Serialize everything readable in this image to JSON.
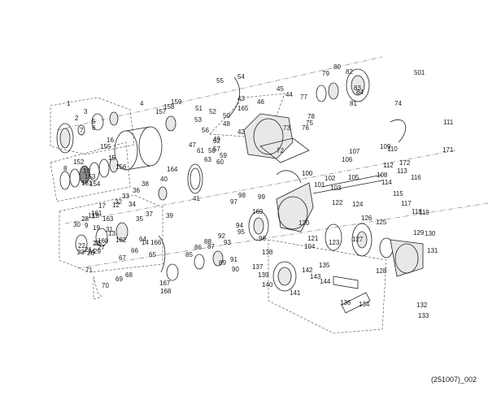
{
  "diagram": {
    "caption": "(251007)_002",
    "part_labels": [
      "1",
      "2",
      "3",
      "4",
      "5",
      "6",
      "7",
      "8",
      "9",
      "10",
      "11",
      "12",
      "13",
      "14",
      "15",
      "16",
      "17",
      "18",
      "19",
      "20",
      "21",
      "22",
      "23",
      "24",
      "25",
      "26",
      "27",
      "28",
      "29",
      "30",
      "31",
      "32",
      "33",
      "34",
      "35",
      "36",
      "37",
      "38",
      "39",
      "40",
      "41",
      "42",
      "43",
      "44",
      "45",
      "46",
      "47",
      "48",
      "49",
      "50",
      "51",
      "52",
      "53",
      "54",
      "55",
      "56",
      "57",
      "58",
      "59",
      "60",
      "61",
      "62",
      "63",
      "64",
      "65",
      "66",
      "67",
      "68",
      "69",
      "70",
      "71",
      "72",
      "73",
      "74",
      "75",
      "76",
      "77",
      "78",
      "79",
      "80",
      "81",
      "82",
      "83",
      "84",
      "85",
      "86",
      "87",
      "88",
      "89",
      "90",
      "91",
      "92",
      "93",
      "94",
      "95",
      "96",
      "97",
      "98",
      "99",
      "100",
      "101",
      "102",
      "103",
      "104",
      "105",
      "106",
      "107",
      "108",
      "109",
      "110",
      "111",
      "112",
      "113",
      "114",
      "115",
      "116",
      "117",
      "118",
      "119",
      "120",
      "121",
      "122",
      "123",
      "124",
      "125",
      "126",
      "127",
      "128",
      "129",
      "130",
      "131",
      "132",
      "133",
      "134",
      "135",
      "136",
      "137",
      "138",
      "139",
      "140",
      "141",
      "142",
      "143",
      "144",
      "151",
      "152",
      "153",
      "154",
      "155",
      "156",
      "157",
      "158",
      "159",
      "160",
      "161",
      "162",
      "163",
      "164",
      "165",
      "166",
      "167",
      "168",
      "169",
      "171",
      "172",
      "501"
    ]
  }
}
